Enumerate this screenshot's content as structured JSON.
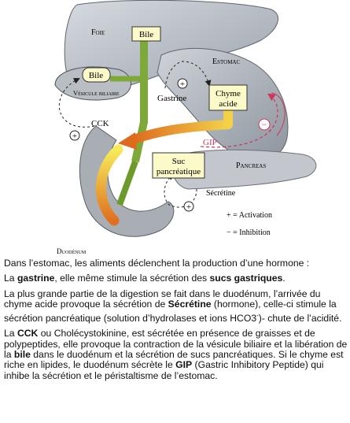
{
  "diagram": {
    "organs": {
      "liver": "Foie",
      "gallbladder": "Vésicule biliaire",
      "stomach": "Estomac",
      "pancreas": "Pancreas",
      "duodenum": "Duodénum"
    },
    "boxes": {
      "bile_top": "Bile",
      "bile_gallbladder": "Bile",
      "chyme_line1": "Chyme",
      "chyme_line2": "acide",
      "suc_line1": "Suc",
      "suc_line2": "pancréatique"
    },
    "hormones": {
      "gastrine": "Gastrine",
      "cck": "CCK",
      "gip": "GIP",
      "secretine": "Sécrétine"
    },
    "signs": {
      "plus": "+",
      "minus": "−"
    },
    "legend": {
      "activation": "+ = Activation",
      "inhibition": "− = Inhibition"
    },
    "colors": {
      "bile_arrow": "#7fa83a",
      "chyme_arrow": "#e79a2c",
      "box_fill": "#fbfac8",
      "inhibition": "#d0335a"
    }
  },
  "text": {
    "p1": "Dans l’estomac, les aliments déclenchent la production d’une hormone :",
    "p2": {
      "a": "La ",
      "b": "gastrine",
      "c": ", elle même stimule la sécrétion des ",
      "d": "sucs gastriques",
      "e": "."
    },
    "p3": {
      "a": "La plus grande partie de la digestion se fait dans le duodénum, l’arrivée du chyme acide provoque la sécrétion de ",
      "b": "Sécrétine",
      "c": " (hormone), celle-ci stimule la sécrétion pancréatique (solution d’hydrolases et ions HCO3",
      "sup": "-",
      "d": ")- chute de l’acidité."
    },
    "p4": {
      "a": "La ",
      "b": "CCK",
      "c": " ou Cholécystokinine, est sécrétée en présence de graisses et de polypeptides,  elle provoque la contraction de la vésicule biliaire et la libération de la ",
      "d": "bile",
      "e": " dans le duodénum et la sécrétion de sucs pancréatiques. Si le chyme est riche en lipides, le duodénum sécrète le ",
      "f": "GIP",
      "g": " (Gastric Inhibitory Peptide) qui inhibe la sécrétion et le péristaltisme de l’estomac."
    }
  }
}
